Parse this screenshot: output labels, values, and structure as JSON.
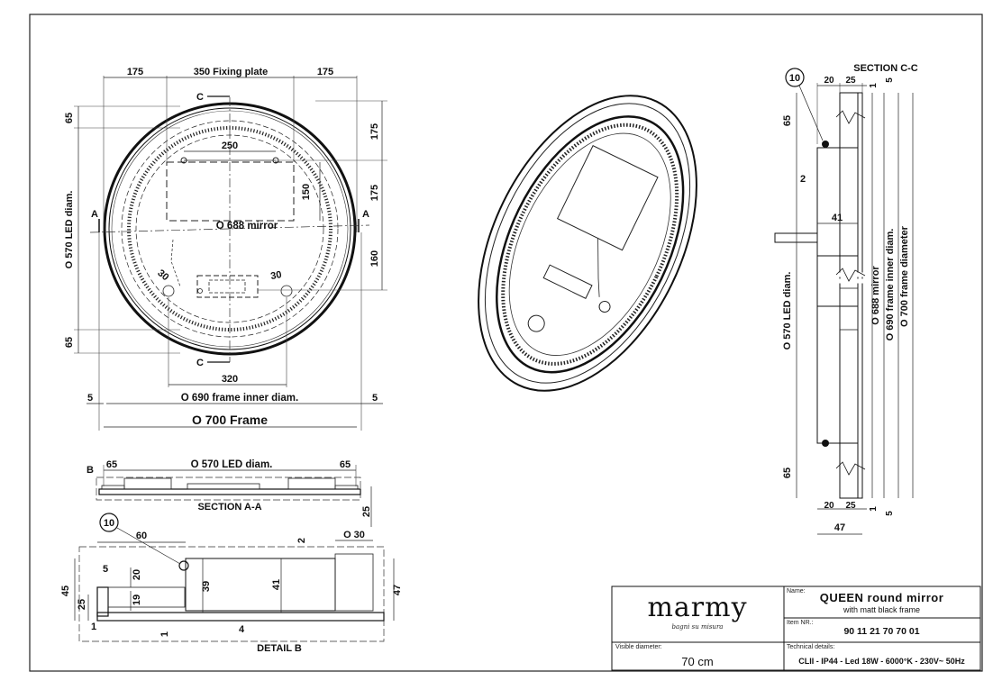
{
  "front_view": {
    "dim_175_left": "175",
    "dim_fixing_plate": "350 Fixing plate",
    "dim_175_right": "175",
    "dim_65_top": "65",
    "dim_65_bottom": "65",
    "dim_250": "250",
    "dim_150": "150",
    "dim_175_v1": "175",
    "dim_175_v2": "175",
    "dim_160": "160",
    "mirror_label": "O 688 mirror",
    "led_label": "O 570 LED diam.",
    "dim_30_left": "30",
    "dim_30_right": "30",
    "dim_320": "320",
    "section_a_left": "A",
    "section_a_right": "A",
    "section_c_top": "C",
    "section_c_bottom": "C",
    "dim_5_left": "5",
    "dim_5_right": "5",
    "inner_diam_label": "O 690 frame inner diam.",
    "frame_label": "O 700 Frame"
  },
  "section_aa": {
    "dim_65_left": "65",
    "dim_65_right": "65",
    "led_label": "O 570 LED diam.",
    "detail_marker": "B",
    "dim_25": "25",
    "title": "SECTION A-A"
  },
  "detail_b": {
    "callout": "10",
    "dim_60": "60",
    "dim_2": "2",
    "dim_30": "O 30",
    "dim_5": "5",
    "dim_20": "20",
    "dim_45": "45",
    "dim_25": "25",
    "dim_19": "19",
    "dim_39": "39",
    "dim_41": "41",
    "dim_47": "47",
    "dim_1a": "1",
    "dim_1b": "1",
    "dim_4": "4",
    "title": "DETAIL B"
  },
  "section_cc": {
    "title": "SECTION C-C",
    "callout": "10",
    "dim_20_top": "20",
    "dim_25_top": "25",
    "dim_1_top": "1",
    "dim_5_top": "5",
    "dim_65_top": "65",
    "dim_2": "2",
    "dim_41": "41",
    "led_label": "O 570 LED diam.",
    "mirror_label": "O 688 mirror",
    "inner_label": "O 690 frame inner diam.",
    "outer_label": "O 700 frame diameter",
    "dim_65_bottom": "65",
    "dim_20_bottom": "20",
    "dim_25_bottom": "25",
    "dim_1_bottom": "1",
    "dim_5_bottom": "5",
    "dim_47": "47"
  },
  "title_block": {
    "brand": "marmy",
    "tagline": "bagni su misura",
    "name_caption": "Name:",
    "name": "QUEEN round mirror",
    "subtitle": "with matt black frame",
    "item_caption": "Item NR.:",
    "item_number": "90 11 21 70 70 01",
    "diameter_caption": "Visible diameter:",
    "diameter": "70 cm",
    "tech_caption": "Technical details:",
    "tech": "CLII - IP44 - Led 18W - 6000°K - 230V~  50Hz"
  }
}
